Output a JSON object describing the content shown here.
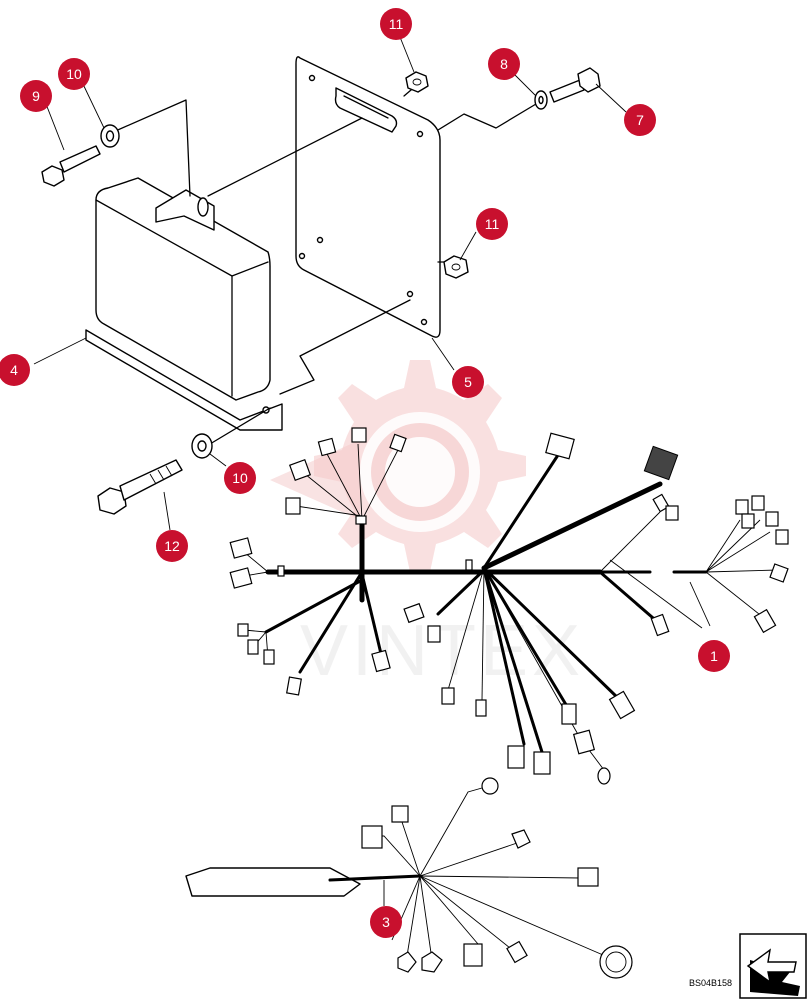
{
  "diagram_code": "BS04B158",
  "watermark_text": "VINTEX",
  "colors": {
    "callout": "#c8102e",
    "callout_text": "#ffffff",
    "line_art": "#000000",
    "watermark": "#e8a0a0"
  },
  "callouts": [
    "9",
    "10",
    "11",
    "8",
    "7",
    "11",
    "4",
    "5",
    "10",
    "12",
    "1",
    "3"
  ],
  "icons": [
    "next-page-arrow-icon"
  ]
}
